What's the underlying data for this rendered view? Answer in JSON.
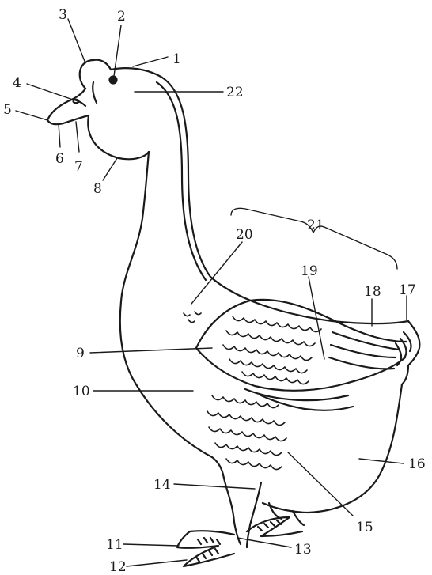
{
  "diagram": {
    "ink_color": "#1a1a1a",
    "background": "#ffffff",
    "callouts": [
      {
        "id": "c1",
        "text": "1"
      },
      {
        "id": "c2",
        "text": "2"
      },
      {
        "id": "c3",
        "text": "3"
      },
      {
        "id": "c4",
        "text": "4"
      },
      {
        "id": "c5",
        "text": "5"
      },
      {
        "id": "c6",
        "text": "6"
      },
      {
        "id": "c7",
        "text": "7"
      },
      {
        "id": "c8",
        "text": "8"
      },
      {
        "id": "c9",
        "text": "9"
      },
      {
        "id": "c10",
        "text": "10"
      },
      {
        "id": "c11",
        "text": "11"
      },
      {
        "id": "c12",
        "text": "12"
      },
      {
        "id": "c13",
        "text": "13"
      },
      {
        "id": "c14",
        "text": "14"
      },
      {
        "id": "c15",
        "text": "15"
      },
      {
        "id": "c16",
        "text": "16"
      },
      {
        "id": "c17",
        "text": "17"
      },
      {
        "id": "c18",
        "text": "18"
      },
      {
        "id": "c19",
        "text": "19"
      },
      {
        "id": "c20",
        "text": "20"
      },
      {
        "id": "c21",
        "text": "21"
      },
      {
        "id": "c22",
        "text": "22"
      }
    ]
  }
}
